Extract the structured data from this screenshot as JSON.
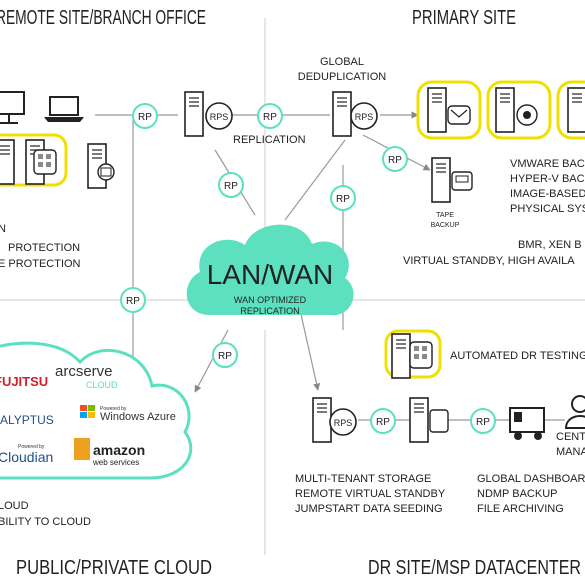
{
  "sections": {
    "remote": "REMOTE SITE/BRANCH OFFICE",
    "primary": "PRIMARY SITE",
    "cloud": "PUBLIC/PRIVATE CLOUD",
    "dr": "DR SITE/MSP DATACENTER"
  },
  "center": {
    "title": "LAN/WAN",
    "sub1": "WAN OPTIMIZED",
    "sub2": "REPLICATION"
  },
  "labels": {
    "global_dedup_1": "GLOBAL",
    "global_dedup_2": "DEDUPLICATION",
    "replication": "REPLICATION",
    "rp": "RP",
    "rps": "RPS",
    "tape_1": "TAPE",
    "tape_2": "BACKUP",
    "automated_dr": "AUTOMATED DR TESTING",
    "cent_1": "CENT",
    "cent_2": "MANA"
  },
  "remote_text": [
    "N",
    "PROTECTION",
    "E PROTECTION"
  ],
  "primary_text": [
    "VMWARE BAC",
    "HYPER-V BAC",
    "IMAGE-BASED",
    "PHYSICAL SYS"
  ],
  "primary_text2": [
    "BMR, XEN B",
    "VIRTUAL STANDBY, HIGH AVAILA"
  ],
  "dr_text_left": [
    "MULTI-TENANT STORAGE",
    "REMOTE VIRTUAL STANDBY",
    "JUMPSTART DATA SEEDING"
  ],
  "dr_text_right": [
    "GLOBAL DASHBOARD",
    "NDMP BACKUP",
    "FILE ARCHIVING"
  ],
  "cloud_text": [
    "LOUD",
    "BILITY TO CLOUD"
  ],
  "cloud_logos": {
    "arcserve": "arcserve",
    "arcserve_cloud": "CLOUD",
    "fujitsu": "FUJITSU",
    "eucalyptus": "ALYPTUS",
    "azure_small": "Powered by",
    "azure": "Windows Azure",
    "cloudian_small": "Powered by",
    "cloudian": "Cloudian",
    "amazon": "amazon",
    "aws": "web services"
  },
  "colors": {
    "accent_teal": "#5ce0c0",
    "yellow": "#f0e000",
    "ink": "#222222"
  }
}
